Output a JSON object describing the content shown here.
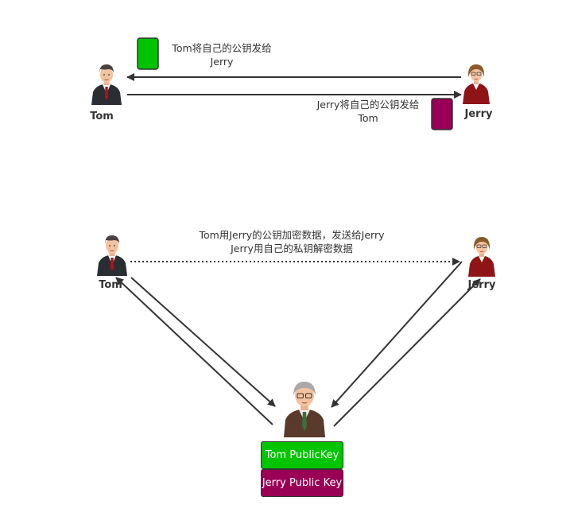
{
  "top": {
    "tom_name": "Tom",
    "jerry_name": "Jerry",
    "msg1_line1": "Tom将自己的公钥发给",
    "msg1_line2": "Jerry",
    "msg2_line1": "Jerry将自己的公钥发给",
    "msg2_line2": "Tom"
  },
  "bottom": {
    "tom_name": "Tom",
    "jerry_name": "Jerry",
    "msg_line1": "Tom用Jerry的公钥加密数据，发送给Jerry",
    "msg_line2": "Jerry用自己的私钥解密数据",
    "key_tom": "Tom PublicKey",
    "key_jerry": "Jerry Public Key"
  },
  "colors": {
    "tom_key": "#00c400",
    "jerry_key": "#990055",
    "line": "#333333"
  }
}
